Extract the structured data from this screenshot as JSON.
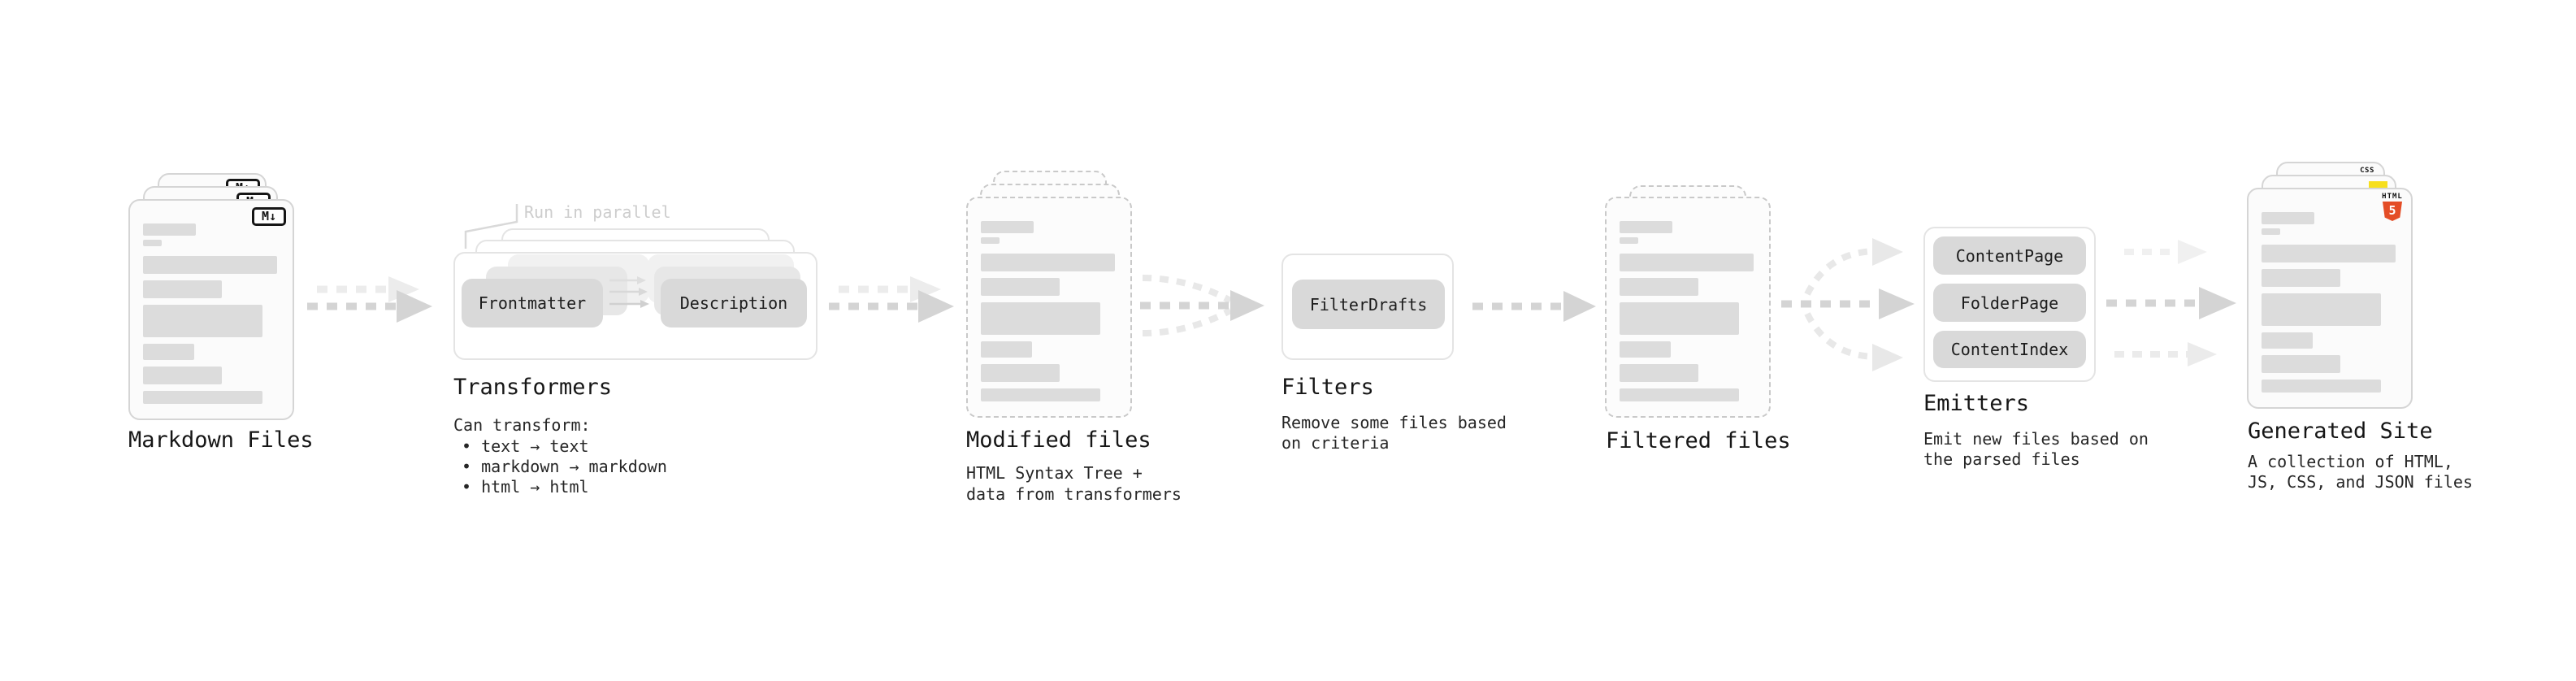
{
  "markdown": {
    "title": "Markdown Files",
    "badge": "M↓"
  },
  "transformers": {
    "title": "Transformers",
    "note": "Run in parallel",
    "input_box": "Frontmatter",
    "output_box": "Description",
    "desc_heading": "Can transform:",
    "bullets": [
      "• text → text",
      "• markdown → markdown",
      "• html → html"
    ]
  },
  "modified": {
    "title": "Modified files",
    "desc_line1": "HTML Syntax Tree +",
    "desc_line2": "data from transformers"
  },
  "filters": {
    "title": "Filters",
    "box": "FilterDrafts",
    "desc_line1": "Remove some files based",
    "desc_line2": "on criteria"
  },
  "filtered": {
    "title": "Filtered files"
  },
  "emitters": {
    "title": "Emitters",
    "boxes": [
      "ContentPage",
      "FolderPage",
      "ContentIndex"
    ],
    "desc_line1": "Emit new files based on",
    "desc_line2": "the parsed files"
  },
  "generated": {
    "title": "Generated Site",
    "desc_line1": "A collection of HTML,",
    "desc_line2": "JS, CSS, and JSON files",
    "html_badge": "HTML",
    "html_badge_number": "5",
    "css_badge": "CSS"
  },
  "colors": {
    "html5_orange": "#e44d26",
    "js_yellow": "#f7df1e",
    "css_blue": "#1a73e8"
  }
}
